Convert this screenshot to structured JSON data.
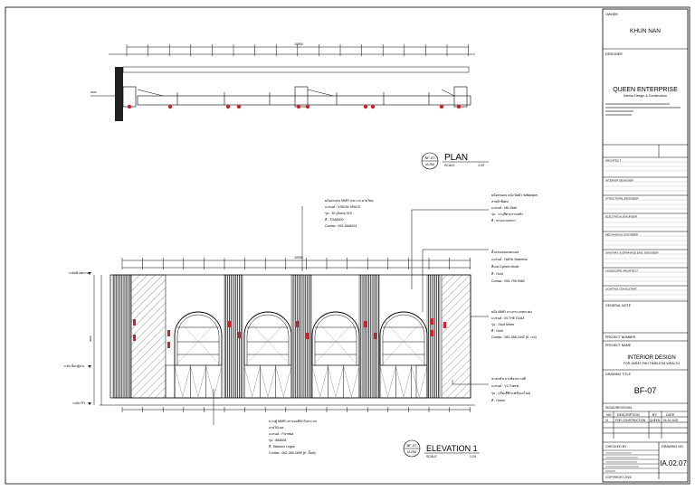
{
  "title_block": {
    "owner_label": "OWNER",
    "owner_name": "KHUN NAN",
    "designer_label": "DESIGNER",
    "company_name": "QUEEN ENTERPRISE",
    "company_tagline": "Interior Design & Construction",
    "architect_label": "ARCHITECT",
    "interior_label": "INTERIOR DESIGNER",
    "structural_label": "STRUCTURAL ENGINEER",
    "electrical_label": "ELECTRICAL ENGINEER",
    "mechanical_label": "MECHANICAL ENGINEER",
    "sanitary_label": "SANITARY & DRAINAGE ENG. ENGINEER",
    "landscape_label": "LANDSCAPE ARCHITECT",
    "lighting_label": "LIGHTING CONSULTANT",
    "general_note_label": "GENERAL NOTE",
    "project_number_label": "PROJECT NUMBER",
    "project_name_label": "PROJECT NAME",
    "project_name": "INTERIOR DESIGN",
    "project_subtitle": "FOR JARAT PAH TIMELESS WEALTH",
    "drawing_title_label": "DRAWING TITLE",
    "drawing_title": "BF-07",
    "issue_revision_label": "ISSUE/REVISION",
    "rev_headers": [
      "NO.",
      "DESCRIPTION",
      "BY",
      "DATE"
    ],
    "rev_row": [
      "01",
      "FOR CONSTRUCTION",
      "QUEEN",
      "04-10-2022"
    ],
    "checked_by_label": "CHECKED BY",
    "drawing_no_label": "DRAWING NO.",
    "drawing_no": "IA.02.07",
    "copyright_label": "COPYRIGHT 2023"
  },
  "plan": {
    "tag_top": "BF-07",
    "tag_bottom": "IA-RM",
    "title": "PLAN",
    "scale_label": "SCALE",
    "scale_value": "1:20"
  },
  "elevation": {
    "tag_top": "BF-07",
    "tag_bottom": "IA-RM",
    "title": "ELEVATION 1",
    "scale_label": "SCALE",
    "scale_value": "1:20"
  },
  "notes": {
    "n1": [
      "ผนังตกแต่ง MMR cnc แกะลายไทย",
      "แบรนด์ : VISION SPACE",
      "รุ่น : 30 (8mm) 019",
      "สี : TOA8300",
      "Contac : 093-9648241"
    ],
    "n2": [
      "ผนังตกแต่ง ผนัง ปิดผิว Wallpaper",
      "ลายผ้าพิเศษ",
      "แบรนด์ : MD Wall",
      "รุ่น : ระบุสีตามรายหลัง",
      "สี : ตามแบบเหลา"
    ],
    "n3": [
      "คิ้วตกแต่งสแตนเลส",
      "แบรนด์ : NARA Stainless",
      "สีเบส Cyrium-Mode",
      "สี : Gold",
      "Contac : 094-795-9982"
    ],
    "n4": [
      "ผนัง MMR บานกระจกตกแต่ง",
      "แบรนด์ : IN THE GLAZ",
      "รุ่น : Gold Mirror",
      "สี : Gold",
      "Contac : 081-358-2442 (K. เก่ง)"
    ],
    "n5": [
      "ขาตกตัวเบาะท้องขาวหยิ",
      "แบรนด์ : VC Fabric",
      "รุ่น : (เรียงสีฟ้าแฟชั่นเดโมล)",
      "สี : Green"
    ],
    "n6": [
      "บานตู้ MMR เสาขอบสีดำวิปกระจก",
      "ลายไม้เนต",
      "แบรนด์ : Formica",
      "รุ่น : 864808",
      "สี : Blacken Legno",
      "Contac : 062-285-2899 (K. มิ้นท์)"
    ]
  },
  "labels": {
    "ceiling": "ระดับฝ้าเพดาน",
    "top_cab": "ระดับ ท็อปตู้ล่าง",
    "floor": "ระดับ FFL"
  },
  "dims": {
    "plan_total": "10950",
    "elev_total": "10950",
    "height": "3000"
  },
  "colors": {
    "line": "#000000",
    "accent": "#d1202a",
    "hatch": "#555555"
  }
}
